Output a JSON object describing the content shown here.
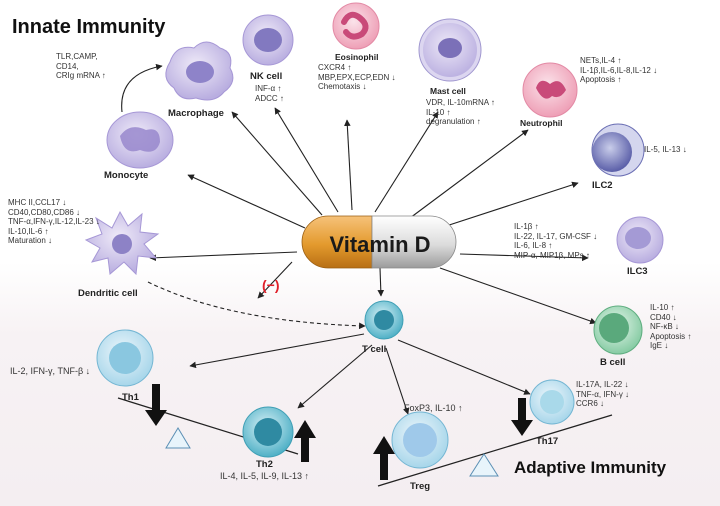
{
  "titles": {
    "innate": "Innate  Immunity",
    "adaptive": "Adaptive  Immunity"
  },
  "center": {
    "label": "Vitamin D",
    "inhibit": "(−)"
  },
  "cells": {
    "monocyte": {
      "name": "Monocyte"
    },
    "macrophage": {
      "name": "Macrophage",
      "lines": [
        "TLR,CAMP,",
        "CD14,",
        "CRIg mRNA ↑"
      ]
    },
    "nk": {
      "name": "NK cell",
      "lines": [
        "INF-α ↑",
        "ADCC ↑"
      ]
    },
    "eosinophil": {
      "name": "Eosinophil",
      "lines": [
        "CXCR4 ↑",
        "MBP,EPX,ECP,EDN ↓",
        "Chemotaxis ↓"
      ]
    },
    "mast": {
      "name": "Mast cell",
      "lines": [
        "VDR, IL-10mRNA ↑",
        "IL-10 ↑",
        "degranulation ↑"
      ]
    },
    "neutrophil": {
      "name": "Neutrophil",
      "lines": [
        "NETs,IL-4 ↑",
        "IL-1β,IL-6,IL-8,IL-12 ↓",
        "Apoptosis ↑"
      ]
    },
    "ilc2": {
      "name": "ILC2",
      "lines": [
        "IL-5, IL-13 ↓"
      ]
    },
    "ilc3": {
      "name": "ILC3",
      "lines": [
        "IL-1β ↑",
        "IL-22, IL-17, GM-CSF ↓",
        "IL-6, IL-8 ↑",
        "MIP-α, MIP1β, MPs ↑"
      ]
    },
    "dendritic": {
      "name": "Dendritic cell",
      "lines": [
        "MHC II,CCL17 ↓",
        "CD40,CD80,CD86 ↓",
        "TNF-α,IFN-γ,IL-12,IL-23 ↓",
        "IL-10,IL-6 ↑",
        "Maturation ↓"
      ]
    },
    "bcell": {
      "name": "B cell",
      "lines": [
        "IL-10 ↑",
        "CD40 ↓",
        "NF-κB ↓",
        "Apoptosis ↑",
        "IgE ↓"
      ]
    },
    "tcell": {
      "name": "T  cell"
    },
    "th1": {
      "name": "Th1",
      "lines": [
        "IL-2, IFN-γ, TNF-β ↓"
      ]
    },
    "th2": {
      "name": "Th2",
      "lines": [
        "IL-4, IL-5, IL-9, IL-13 ↑"
      ]
    },
    "treg": {
      "name": "Treg",
      "lines": [
        "FoxP3, IL-10 ↑"
      ]
    },
    "th17": {
      "name": "Th17",
      "lines": [
        "IL-17A, IL-22 ↓",
        "TNF-α, IFN-γ ↓",
        "CCR6 ↓"
      ]
    }
  },
  "colors": {
    "pill_orange": "#e39a2d",
    "pill_gray": "#d9d9d9",
    "inhibit_red": "#e0202a",
    "tcell_teal": "#3f9fb5",
    "bcell_green": "#7cc59b"
  }
}
